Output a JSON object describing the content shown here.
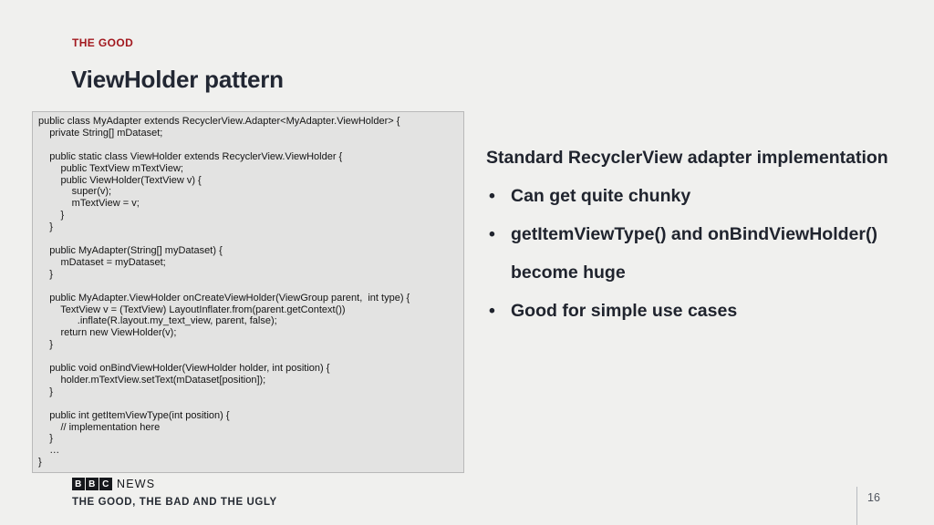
{
  "kicker": "THE GOOD",
  "title": "ViewHolder pattern",
  "code": "public class MyAdapter extends RecyclerView.Adapter<MyAdapter.ViewHolder> {\n    private String[] mDataset;\n\n    public static class ViewHolder extends RecyclerView.ViewHolder {\n        public TextView mTextView;\n        public ViewHolder(TextView v) {\n            super(v);\n            mTextView = v;\n        }\n    }\n\n    public MyAdapter(String[] myDataset) {\n        mDataset = myDataset;\n    }\n\n    public MyAdapter.ViewHolder onCreateViewHolder(ViewGroup parent,  int type) {\n        TextView v = (TextView) LayoutInflater.from(parent.getContext())\n              .inflate(R.layout.my_text_view, parent, false);\n        return new ViewHolder(v);\n    }\n\n    public void onBindViewHolder(ViewHolder holder, int position) {\n        holder.mTextView.setText(mDataset[position]);\n    }\n\n    public int getItemViewType(int position) {\n        // implementation here\n    }\n    …\n}",
  "right_panel": {
    "heading": "Standard RecyclerView adapter implementation",
    "bullet_char": "•",
    "bullets": [
      "Can get quite chunky",
      "getItemViewType() and onBindViewHolder() become huge",
      "Good for simple use cases"
    ]
  },
  "footer": {
    "logo_blocks": [
      "B",
      "B",
      "C"
    ],
    "news_label": "NEWS",
    "deck_title": "THE GOOD, THE BAD AND THE UGLY",
    "page_number": "16"
  },
  "colors": {
    "background": "#f0f0ee",
    "kicker_red": "#a2181e",
    "title_navy": "#222733",
    "code_panel_bg": "#e3e3e2",
    "code_panel_border": "#b9b9b9",
    "body_text": "#20242e",
    "logo_black": "#16181c",
    "divider_gray": "#b8bbc0"
  }
}
